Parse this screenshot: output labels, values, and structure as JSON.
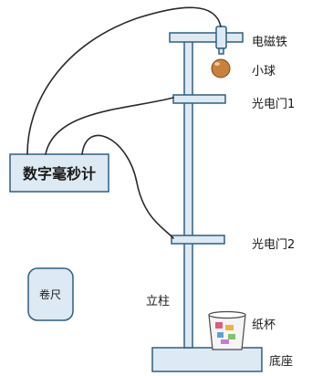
{
  "labels": {
    "electromagnet": "电磁铁",
    "ball": "小球",
    "gate1": "光电门1",
    "gate2": "光电门2",
    "timer": "数字毫秒计",
    "tape": "卷尺",
    "pillar": "立柱",
    "cup": "纸杯",
    "base": "底座"
  },
  "colors": {
    "fill": "#dde9f3",
    "stroke": "#2e5f82",
    "ball": "#c8823a",
    "wire": "#2a2a2a"
  }
}
